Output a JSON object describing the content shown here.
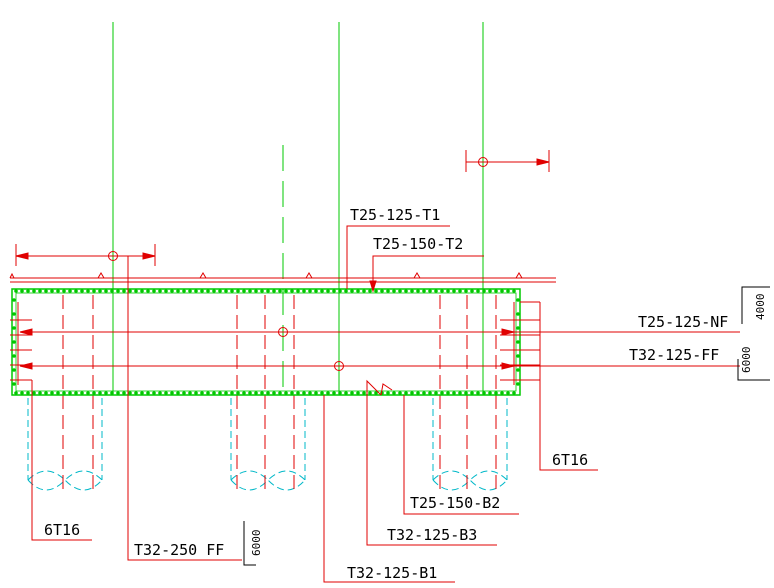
{
  "drawing": {
    "colors": {
      "background": "#ffffff",
      "grid_line": "#00c800",
      "beam_outline": "#00c800",
      "rebar_dots": "#00c800",
      "dimension": "#e00000",
      "pile": "#00b8c8",
      "text": "#000000"
    },
    "labels": {
      "top_bar_1": "T25-125-T1",
      "top_bar_2": "T25-150-T2",
      "near_face": "T25-125-NF",
      "far_face": "T32-125-FF",
      "side_bars_right": "6T16",
      "bottom_bar_2": "T25-150-B2",
      "bottom_bar_3": "T32-125-B3",
      "bottom_bar_1": "T32-125-B1",
      "side_bars_left": "6T16",
      "far_face_2": "T32-250 FF"
    },
    "spacing_tags": {
      "right_top": "4000",
      "right_bottom": "6000",
      "bottom": "6000"
    }
  }
}
